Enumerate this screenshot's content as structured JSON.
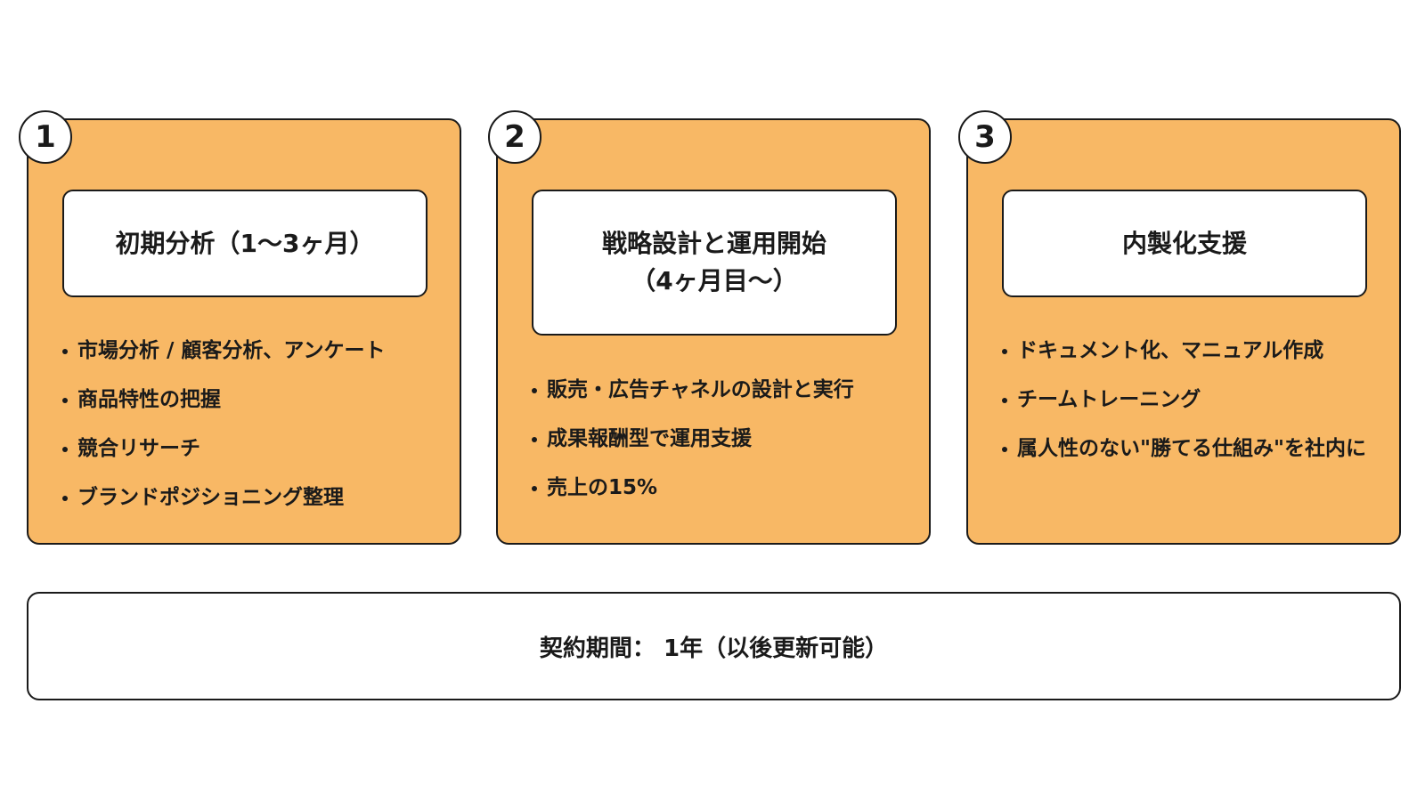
{
  "phases": [
    {
      "number": "1",
      "title": "初期分析（1〜3ヶ月）",
      "items": [
        "市場分析 / 顧客分析、アンケート",
        "商品特性の把握",
        "競合リサーチ",
        "ブランドポジショニング整理"
      ]
    },
    {
      "number": "2",
      "title": "戦略設計と運用開始\n（4ヶ月目〜）",
      "items": [
        "販売・広告チャネルの設計と実行",
        "成果報酬型で運用支援",
        "売上の15%"
      ]
    },
    {
      "number": "3",
      "title": "内製化支援",
      "items": [
        "ドキュメント化、マニュアル作成",
        "チームトレーニング",
        "属人性のない\"勝てる仕組み\"を社内に"
      ]
    }
  ],
  "contract": {
    "label": "契約期間： 1年（以後更新可能）"
  },
  "colors": {
    "card_fill": "#f8b865",
    "box_fill": "#ffffff",
    "outline": "#1a1a1a"
  }
}
